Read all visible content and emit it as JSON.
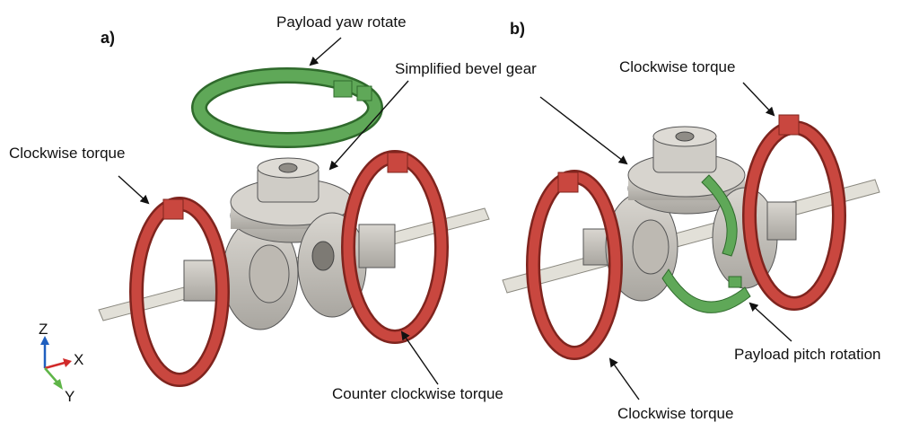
{
  "panels": {
    "a": "a)",
    "b": "b)"
  },
  "labels": {
    "payload_yaw": "Payload yaw rotate",
    "bevel_gear": "Simplified bevel gear",
    "clockwise_a": "Clockwise torque",
    "counter_clockwise_a": "Counter clockwise torque",
    "clockwise_b_top": "Clockwise torque",
    "payload_pitch": "Payload pitch rotation",
    "clockwise_b_bottom": "Clockwise torque"
  },
  "axes": {
    "z": "Z",
    "x": "X",
    "y": "Y"
  },
  "colors": {
    "ring_red": "#c9473f",
    "ring_green": "#4f9a4a",
    "gear_gray": "#c9c6c0",
    "rod": "#e2e0d8",
    "axis_z": "#1f5fbf",
    "axis_x": "#d12a2a",
    "axis_y": "#5fb548"
  }
}
